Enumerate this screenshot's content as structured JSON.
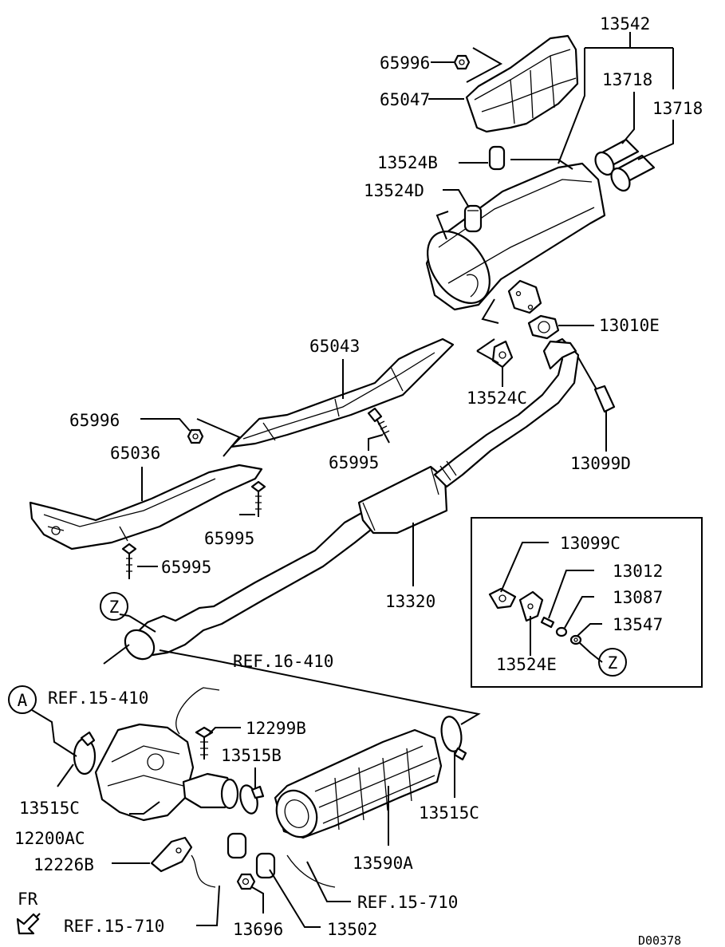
{
  "labels": {
    "p13542": "13542",
    "p65996_top": "65996",
    "p13718_a": "13718",
    "p13718_b": "13718",
    "p65047": "65047",
    "p13524B": "13524B",
    "p13524D": "13524D",
    "p13010E": "13010E",
    "p65043": "65043",
    "p13524C": "13524C",
    "p65996_mid": "65996",
    "p65995_a": "65995",
    "p13099D": "13099D",
    "p65036": "65036",
    "p65995_b": "65995",
    "p65995_c": "65995",
    "p13099C": "13099C",
    "p13012": "13012",
    "p13087": "13087",
    "p13547": "13547",
    "p13320": "13320",
    "p13524E": "13524E",
    "ref_16_410": "REF.16-410",
    "ref_15_410": "REF.15-410",
    "p12299B": "12299B",
    "p13515B": "13515B",
    "p13515C_left": "13515C",
    "p13515C_right": "13515C",
    "p12200AC": "12200AC",
    "p12226B": "12226B",
    "p13590A": "13590A",
    "ref_15_710_right": "REF.15-710",
    "ref_15_710_left": "REF.15-710",
    "p13696": "13696",
    "p13502": "13502",
    "fr": "FR",
    "diagram_code": "D00378"
  },
  "markers": {
    "z_main": "Z",
    "z_inset": "Z",
    "a": "A"
  },
  "icons": {
    "fr_arrow": "arrow-down-left-icon"
  }
}
